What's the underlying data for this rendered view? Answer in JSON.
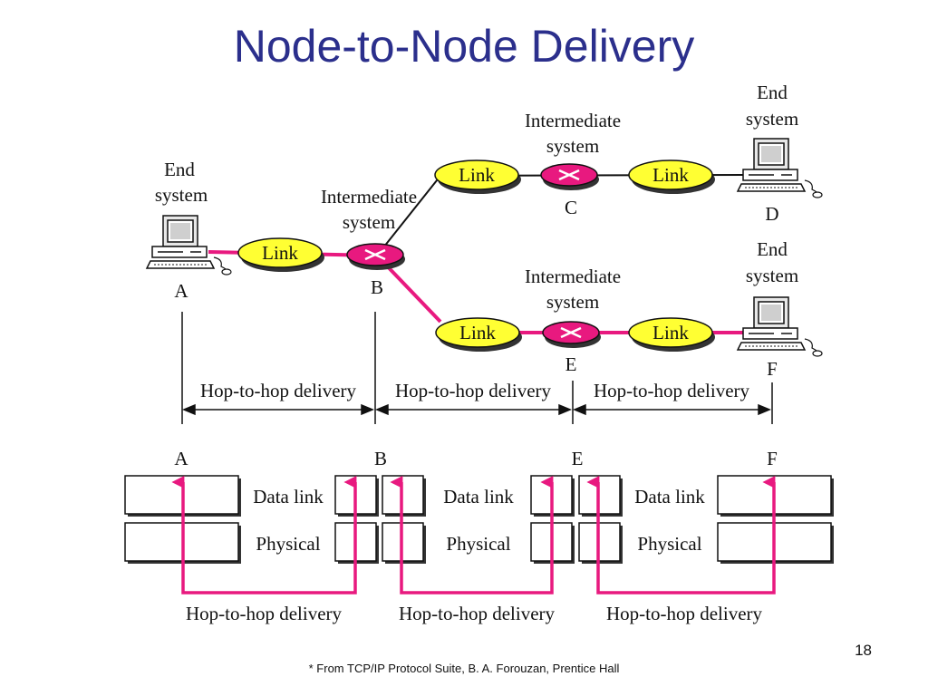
{
  "title": "Node-to-Node Delivery",
  "page_number": "18",
  "footnote": "* From TCP/IP Protocol Suite, B. A. Forouzan, Prentice Hall",
  "network": {
    "end_system_lines": [
      "End",
      "system"
    ],
    "intermediate_lines": [
      "Intermediate",
      "system"
    ],
    "link_label": "Link",
    "nodes": {
      "A": "A",
      "B": "B",
      "C": "C",
      "D": "D",
      "E": "E",
      "F": "F"
    }
  },
  "hop_label": "Hop-to-hop delivery",
  "layers": {
    "data_link": "Data link",
    "physical": "Physical"
  },
  "stack_labels": [
    "A",
    "B",
    "E",
    "F"
  ],
  "colors": {
    "title": "#2b2f8c",
    "path": "#e8197f",
    "link": "#ffff33",
    "router": "#e8197f"
  }
}
